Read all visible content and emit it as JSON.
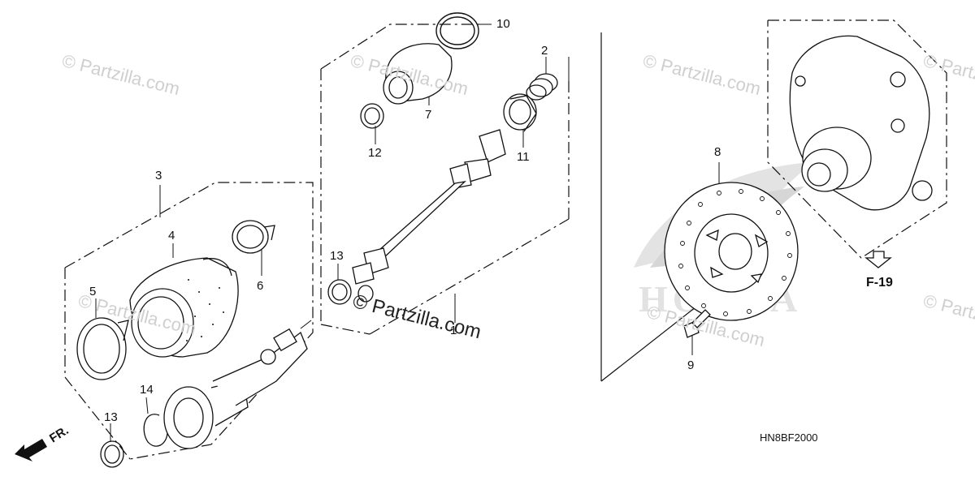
{
  "diagram": {
    "callouts": {
      "c1": "1",
      "c2": "2",
      "c3": "3",
      "c4": "4",
      "c5": "5",
      "c6": "6",
      "c7": "7",
      "c8": "8",
      "c9": "9",
      "c10": "10",
      "c11": "11",
      "c12": "12",
      "c13a": "13",
      "c13b": "13",
      "c14": "14"
    },
    "watermark": "© Partzilla.com",
    "watermark_center": "© Partzilla.com",
    "brand_mark": "HONDA",
    "section_ref": "F-19",
    "direction_label": "FR.",
    "diagram_code": "HN8BF2000"
  },
  "colors": {
    "line": "#111111",
    "watermark": "#cfcfcf",
    "brand_fill": "#d9d9d9"
  }
}
